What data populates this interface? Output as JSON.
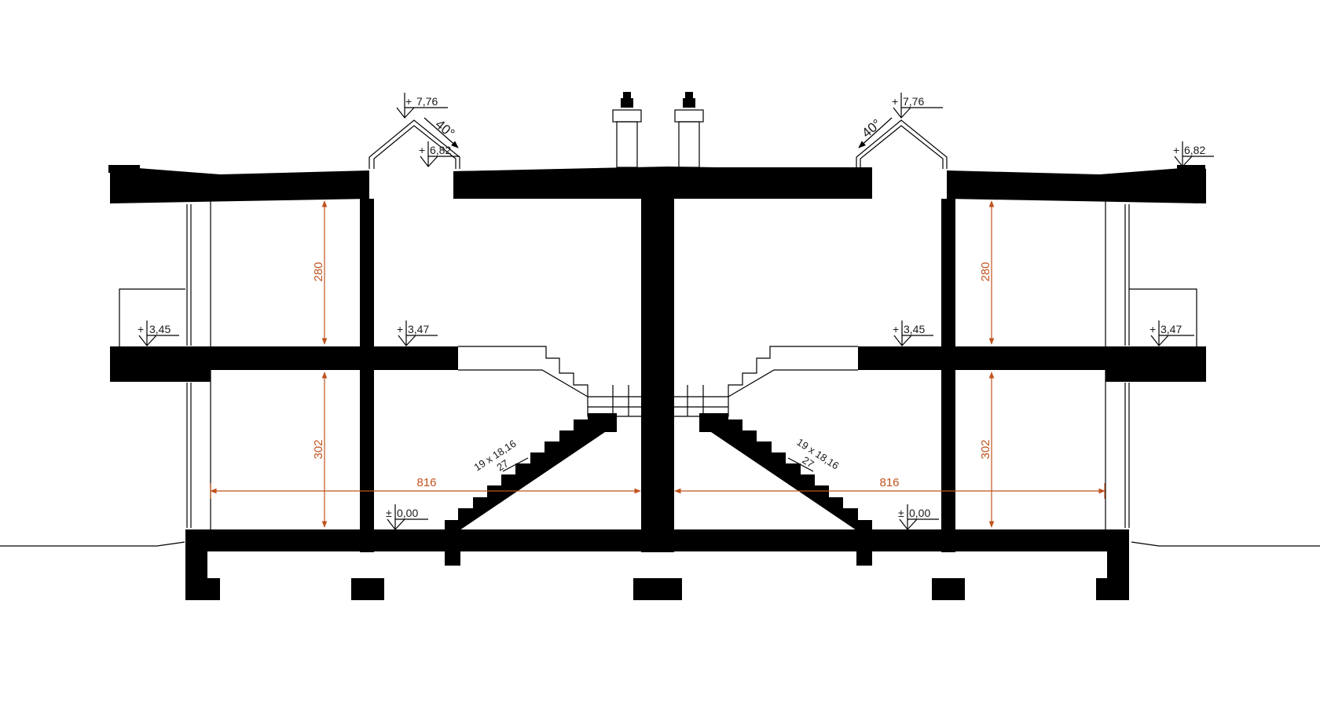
{
  "elevations": {
    "ridge_left": "7,76",
    "ridge_right": "7,76",
    "eave_left": "6,82",
    "eave_right": "6,82",
    "floor1_left_outer": "3,45",
    "floor1_left_inner": "3,47",
    "floor1_right_inner": "3,45",
    "floor1_right_outer": "3,47",
    "ground_left": "0,00",
    "ground_right": "0,00"
  },
  "elevation_signs": {
    "plus": "+",
    "plus_minus": "±"
  },
  "roof_pitch": {
    "left": "40°",
    "right": "40°"
  },
  "dimensions": {
    "height_upper_left": "280",
    "height_lower_left": "302",
    "height_upper_right": "280",
    "height_lower_right": "302",
    "width_left": "816",
    "width_right": "816"
  },
  "stairs": {
    "left_rise": "19 x 18,16",
    "left_run": "27",
    "right_rise": "19 x 18,16",
    "right_run": "27"
  },
  "colors": {
    "structure": "#000000",
    "dimension": "#c0531f"
  }
}
